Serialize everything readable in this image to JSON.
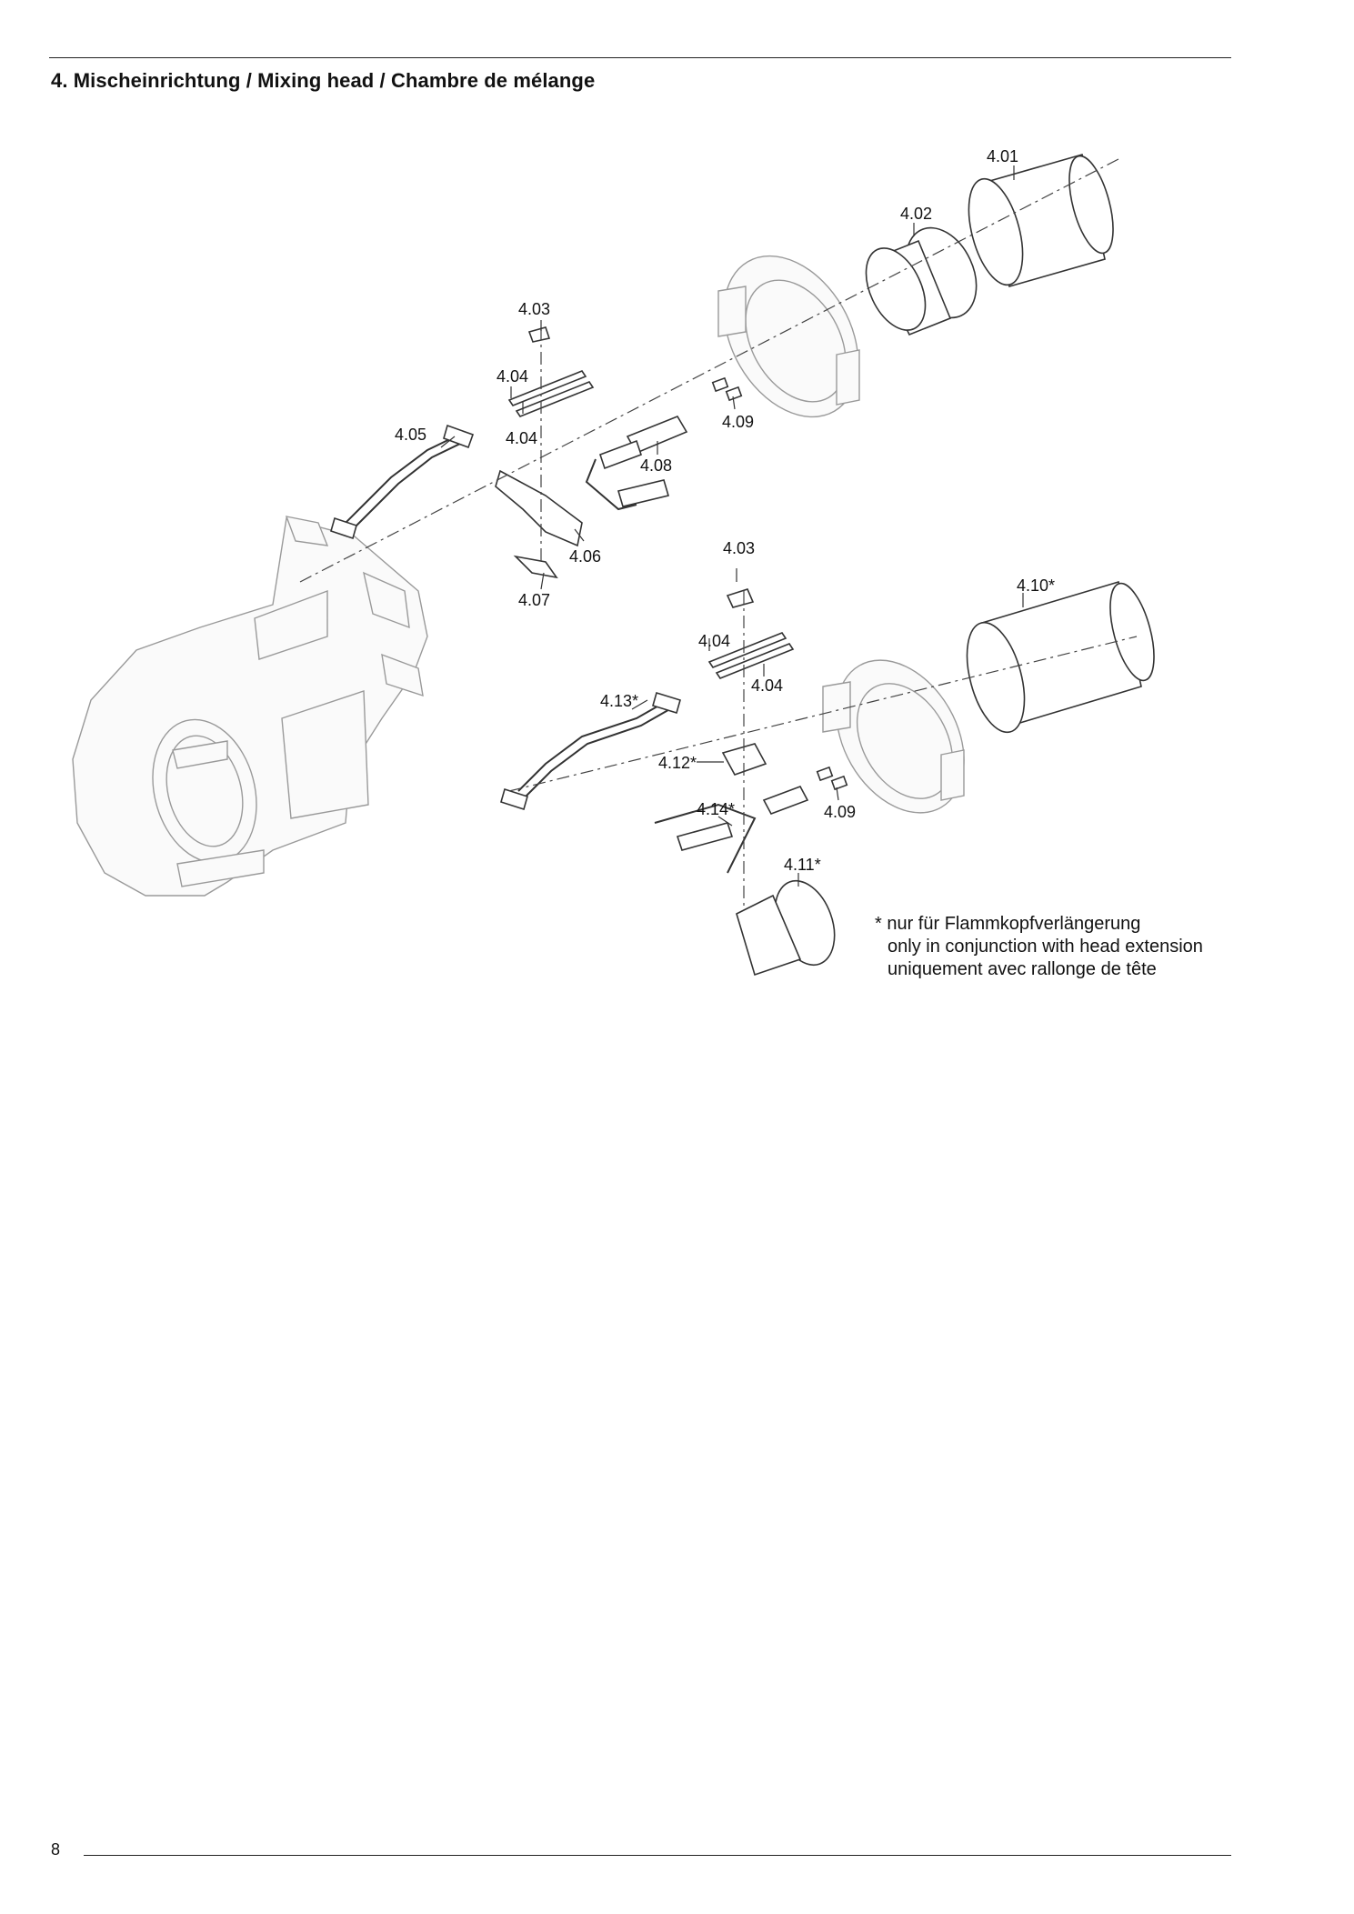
{
  "section": {
    "title": "4. Mischeinrichtung / Mixing head / Chambre de mélange"
  },
  "callouts": {
    "c401": "4.01",
    "c402": "4.02",
    "c403a": "4.03",
    "c404a": "4.04",
    "c404b": "4.04",
    "c405": "4.05",
    "c406": "4.06",
    "c407": "4.07",
    "c408": "4.08",
    "c409a": "4.09",
    "c403b": "4.03",
    "c404c": "4.04",
    "c404d": "4.04",
    "c410": "4.10*",
    "c413": "4.13*",
    "c412": "4.12*",
    "c414": "4.14*",
    "c409b": "4.09",
    "c411": "4.11*"
  },
  "note": {
    "line1": "* nur für Flammkopfverlängerung",
    "line2": "only in conjunction with head extension",
    "line3": "uniquement avec rallonge de tête"
  },
  "page_number": "8"
}
